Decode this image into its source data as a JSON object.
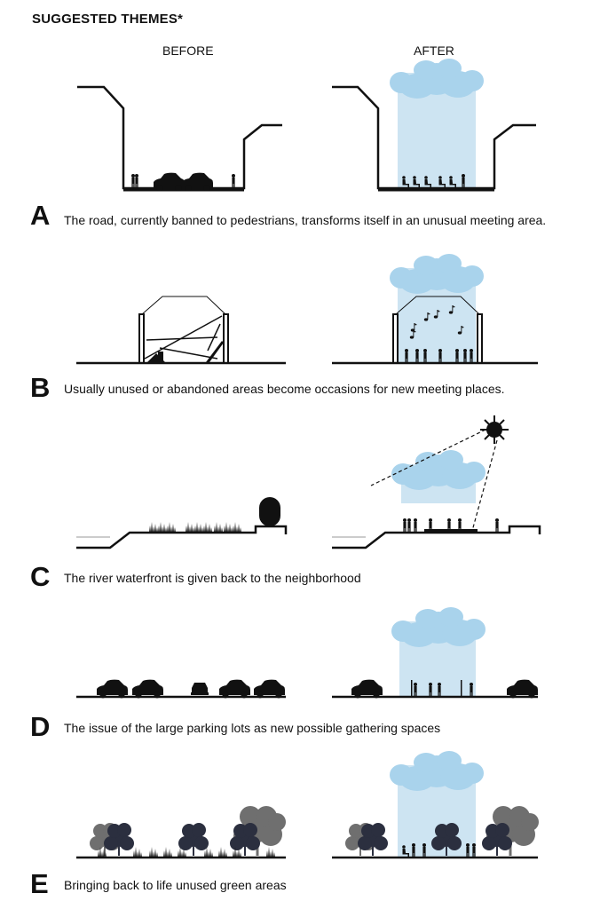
{
  "header": {
    "title": "SUGGESTED THEMES*",
    "before": "BEFORE",
    "after": "AFTER"
  },
  "themes": [
    {
      "letter": "A",
      "caption": "The road, currently banned to pedestrians, transforms itself in an unusual meeting area."
    },
    {
      "letter": "B",
      "caption": "Usually unused or abandoned areas become occasions for new meeting places."
    },
    {
      "letter": "C",
      "caption": "The river waterfront is given back to the neighborhood"
    },
    {
      "letter": "D",
      "caption": "The issue of the large parking lots as new possible gathering spaces"
    },
    {
      "letter": "E",
      "caption": "Bringing back to life unused green areas"
    }
  ],
  "colors": {
    "cloud": "#a9d3ec",
    "column": "#cde4f2",
    "ink": "#111111",
    "tree_dark": "#2b2f3f",
    "tree_grey": "#6f6f6f"
  }
}
